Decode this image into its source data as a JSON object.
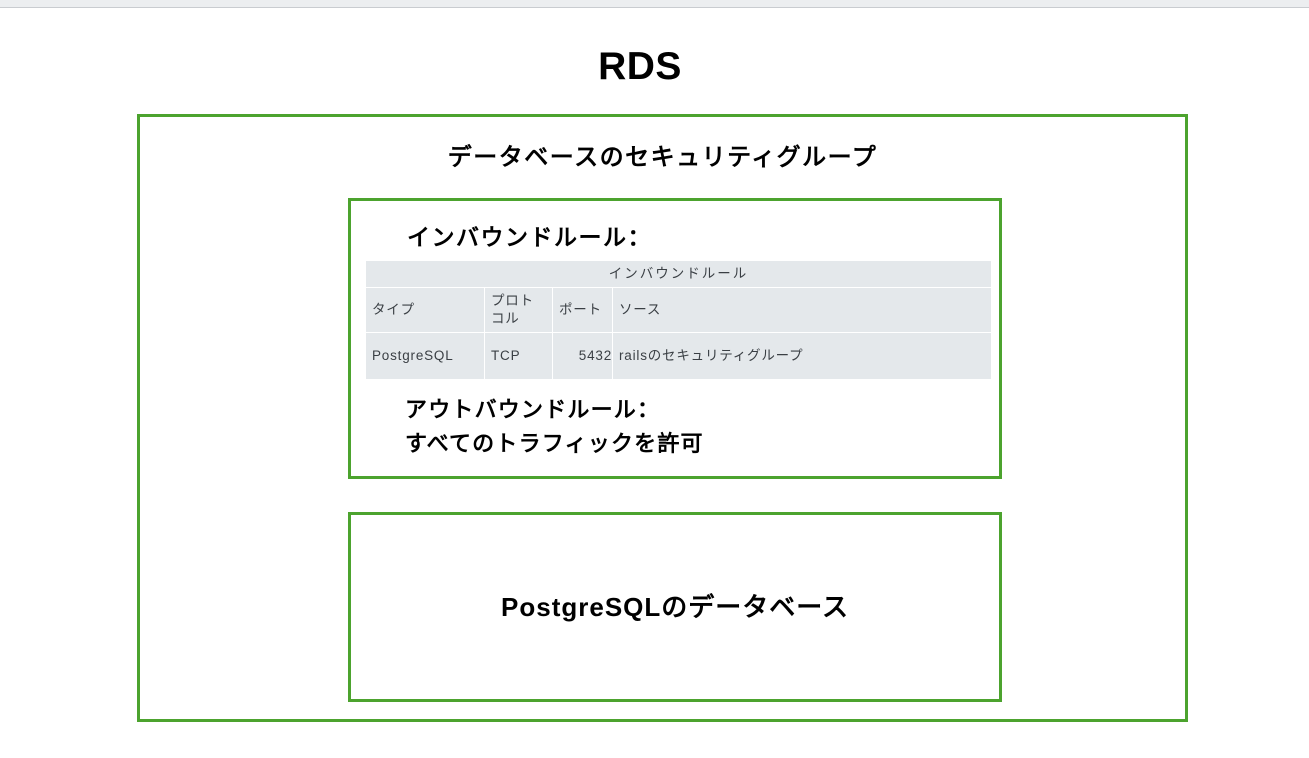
{
  "page": {
    "title": "RDS"
  },
  "security_group": {
    "title": "データベースのセキュリティグループ",
    "rules_heading": "インバウンドルール：",
    "outbound_text": "アウトバウンドルール：\nすべてのトラフィックを許可"
  },
  "inbound_table": {
    "caption": "インバウンドルール",
    "columns": [
      "タイプ",
      "プロトコル",
      "ポート",
      "ソース"
    ],
    "rows": [
      {
        "type": "PostgreSQL",
        "protocol": "TCP",
        "port": "5432",
        "source": "railsのセキュリティグループ"
      }
    ]
  },
  "database": {
    "label": "PostgreSQLのデータベース"
  },
  "colors": {
    "box_border_green": "#4ca32e",
    "connector_blue": "#1f5b7d",
    "table_cell_bg": "#e4e8eb",
    "top_strip_bg": "#eceef0",
    "page_bg": "#ffffff",
    "text": "#000000"
  }
}
